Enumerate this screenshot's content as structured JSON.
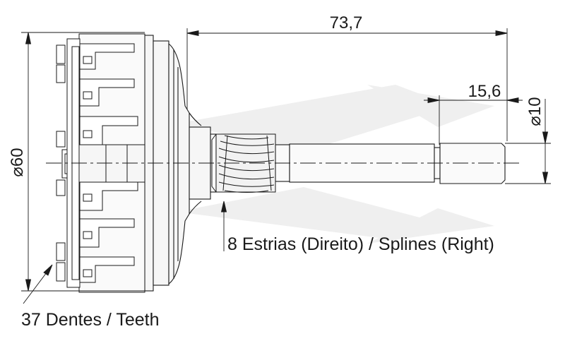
{
  "dimensions": {
    "overall_length": "73,7",
    "shaft_end_length": "15,6",
    "outer_diameter": "⌀60",
    "shaft_diameter": "⌀10"
  },
  "callouts": {
    "splines": "8 Estrias (Direito) / Splines (Right)",
    "teeth": "37 Dentes / Teeth"
  },
  "colors": {
    "line": "#1a1a1a",
    "part_fill": "#f4f4f4",
    "watermark": "#ececec"
  }
}
